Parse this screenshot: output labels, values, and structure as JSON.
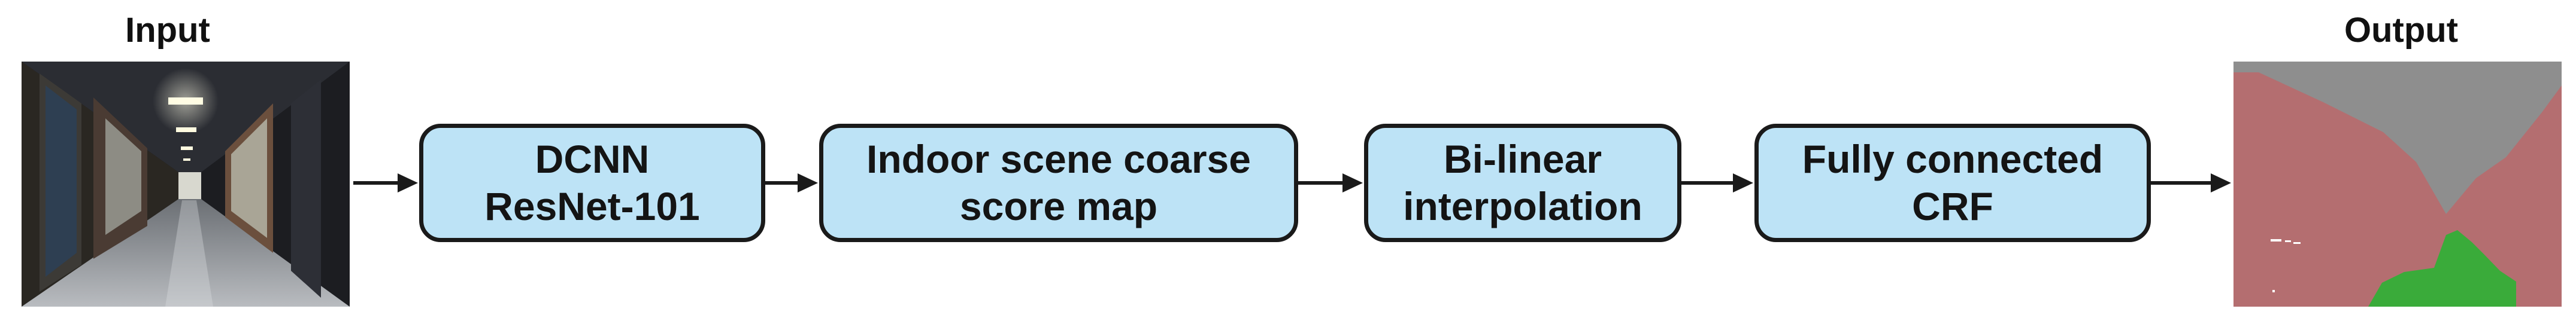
{
  "input": {
    "label": "Input"
  },
  "output": {
    "label": "Output"
  },
  "steps": [
    {
      "text": "DCNN\nResNet-101"
    },
    {
      "text": "Indoor scene coarse\nscore map"
    },
    {
      "text": "Bi-linear\ninterpolation"
    },
    {
      "text": "Fully connected\nCRF"
    }
  ],
  "colors": {
    "box_fill": "#bde3f6",
    "box_border": "#1a1a1a",
    "segment_wall": "#b46e70",
    "segment_ceiling": "#8e8e8e",
    "segment_floor": "#3aab3a"
  }
}
